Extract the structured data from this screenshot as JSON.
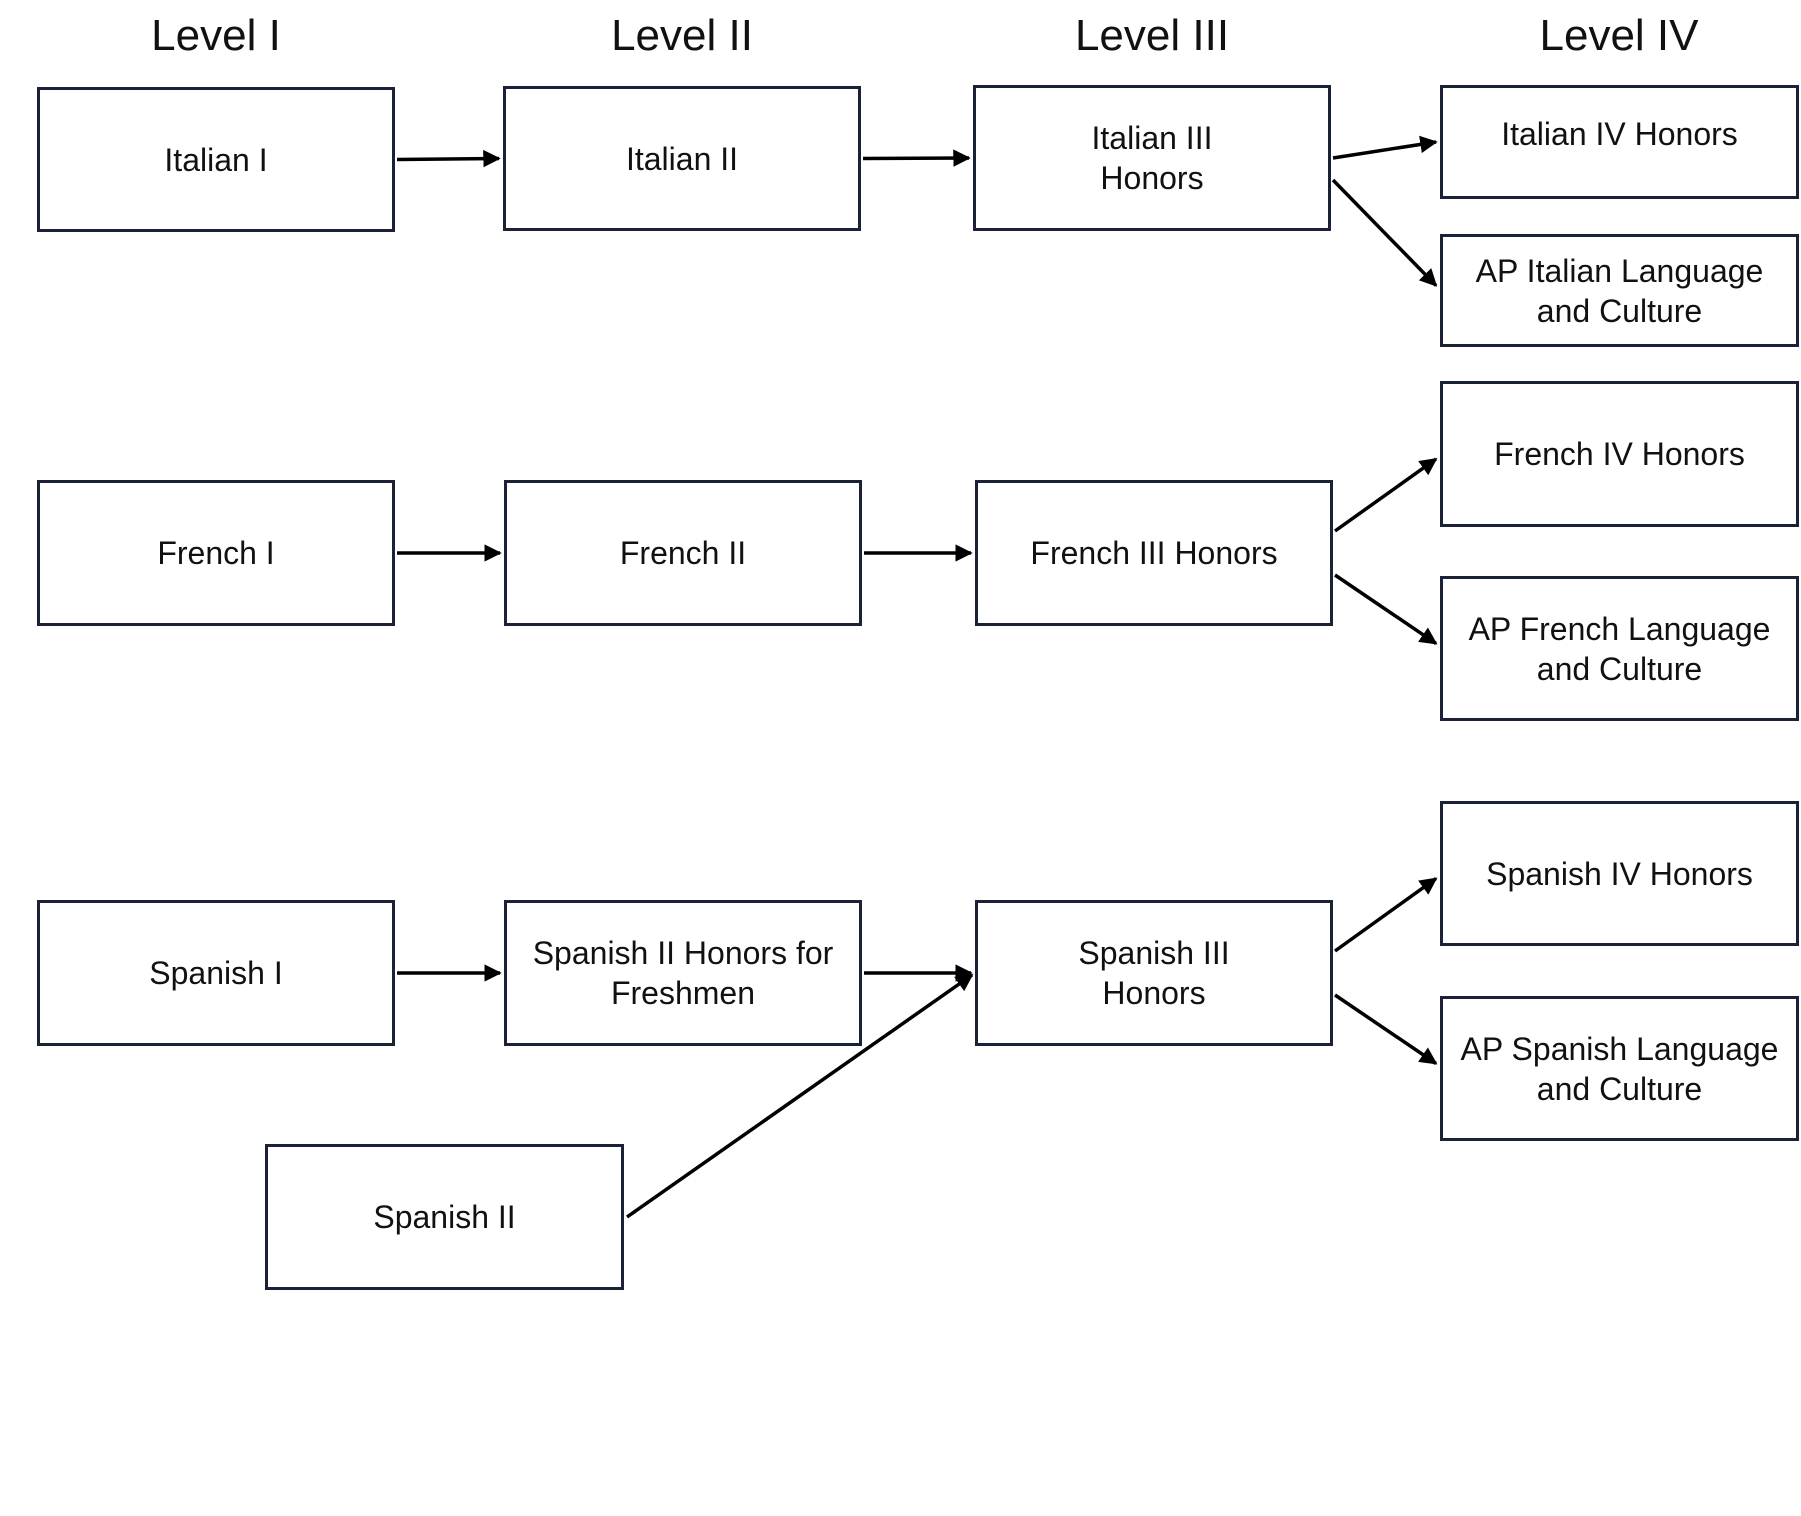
{
  "levels": [
    "Level I",
    "Level II",
    "Level III",
    "Level IV"
  ],
  "courses": {
    "italian_1": "Italian I",
    "italian_2": "Italian II",
    "italian_3": "Italian III\nHonors",
    "italian_4": "Italian IV Honors",
    "ap_italian": "AP Italian Language\nand Culture",
    "french_1": "French I",
    "french_2": "French II",
    "french_3": "French III Honors",
    "french_4": "French IV Honors",
    "ap_french": "AP French Language\nand Culture",
    "spanish_1": "Spanish I",
    "spanish_2h": "Spanish II Honors for\nFreshmen",
    "spanish_2": "Spanish II",
    "spanish_3": "Spanish III\nHonors",
    "spanish_4": "Spanish IV Honors",
    "ap_spanish": "AP Spanish Language\nand Culture"
  },
  "edges": [
    [
      "italian_1",
      "italian_2"
    ],
    [
      "italian_2",
      "italian_3"
    ],
    [
      "italian_3",
      "italian_4"
    ],
    [
      "italian_3",
      "ap_italian"
    ],
    [
      "french_1",
      "french_2"
    ],
    [
      "french_2",
      "french_3"
    ],
    [
      "french_3",
      "french_4"
    ],
    [
      "french_3",
      "ap_french"
    ],
    [
      "spanish_1",
      "spanish_2h"
    ],
    [
      "spanish_2h",
      "spanish_3"
    ],
    [
      "spanish_2",
      "spanish_3"
    ],
    [
      "spanish_3",
      "spanish_4"
    ],
    [
      "spanish_3",
      "ap_spanish"
    ]
  ],
  "colors": {
    "box_border": "#1b2238",
    "arrow": "#000000",
    "text": "#111111"
  }
}
